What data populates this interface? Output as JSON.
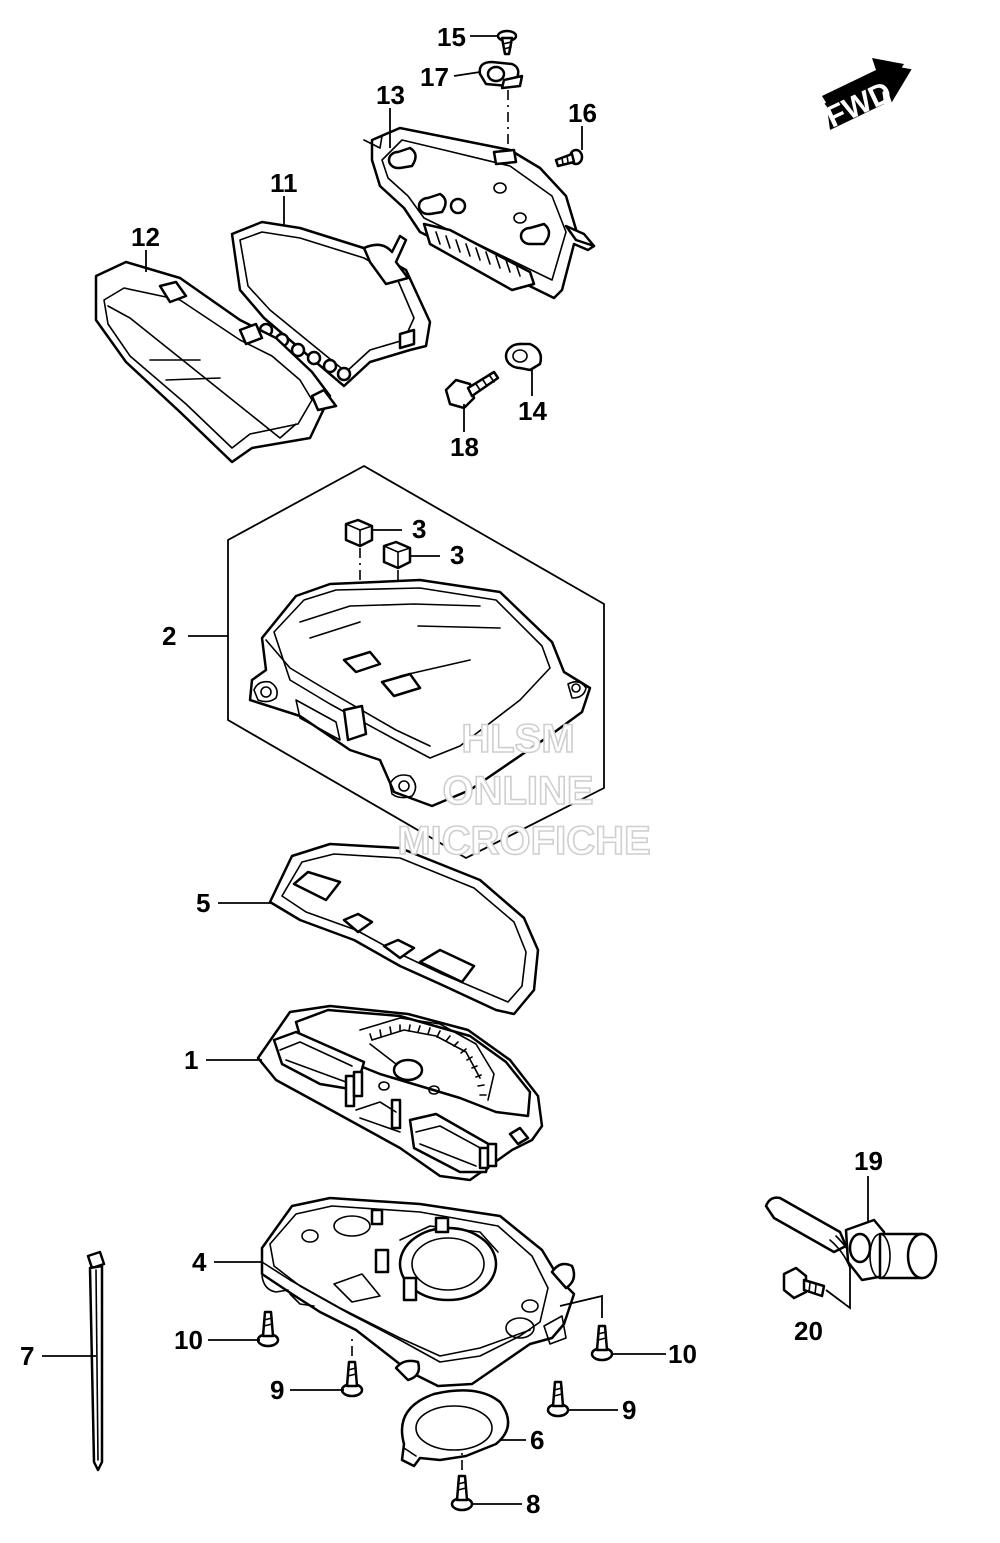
{
  "diagram": {
    "callouts": {
      "c1": "1",
      "c2": "2",
      "c3a": "3",
      "c3b": "3",
      "c4": "4",
      "c5": "5",
      "c6": "6",
      "c7": "7",
      "c8": "8",
      "c9a": "9",
      "c9b": "9",
      "c10a": "10",
      "c10b": "10",
      "c11": "11",
      "c12": "12",
      "c13": "13",
      "c14": "14",
      "c15": "15",
      "c16": "16",
      "c17": "17",
      "c18": "18",
      "c19": "19",
      "c20": "20"
    },
    "fwd_label": "FWD",
    "watermark": {
      "line1": "HLSM",
      "line2": "ONLINE",
      "line3": "MICROFICHE"
    }
  }
}
